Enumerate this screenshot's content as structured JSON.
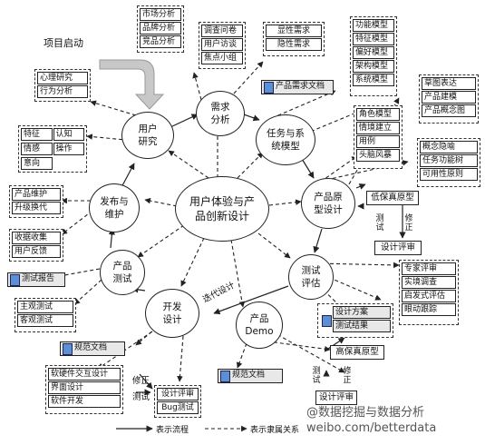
{
  "start_label": "项目启动",
  "iteration_label": "迭代设计",
  "nodes": {
    "user_research": "用户\n研究",
    "needs_analysis": "需求\n分析",
    "task_modeling": "任务与系\n统模型",
    "prototype_design": "产品原\n型设计",
    "test_evaluation": "测试\n评估",
    "product_demo": "产品\nDemo",
    "development_design": "开发\n设计",
    "product_testing": "产品\n测试",
    "release_maintenance": "发布与\n维护",
    "hub": "用户体验与产\n品创新设计"
  },
  "groups": {
    "market": [
      "市场分析",
      "品牌分析",
      "竞品分析"
    ],
    "survey": [
      "调查问卷",
      "用户访谈",
      "焦点小组"
    ],
    "needs": [
      "显性需求",
      "隐性需求"
    ],
    "models": [
      "功能模型",
      "特征模型",
      "偏好模型",
      "架构模型",
      "系统模型"
    ],
    "personas": [
      "角色模型",
      "情境建立",
      "用例",
      "头脑风暴"
    ],
    "sketch": [
      "草图表达",
      "产品建模",
      "产品概念图"
    ],
    "concept": [
      "概念隐喻",
      "任务功能树",
      "可用性原则"
    ],
    "evaluation": [
      "专家评审",
      "实境调查",
      "启发式评估",
      "眼动跟踪"
    ],
    "test_docs": [
      "设计方案",
      "测试结果"
    ],
    "dev": [
      "软硬件交互设计",
      "界面设计",
      "软件开发"
    ],
    "testing": [
      "主观测试",
      "客观测试"
    ],
    "maintenance": [
      "产品维护",
      "升级换代"
    ],
    "feedback": [
      "收据收集",
      "用户反馈"
    ],
    "psychology": [
      "心理研究",
      "行为分析"
    ],
    "traits": [
      "特征",
      "认知",
      "情感",
      "操作",
      "意向"
    ]
  },
  "docs": {
    "needs": "产品需求文档",
    "spec": "规范文档",
    "test_report": "测试报告"
  },
  "loops": {
    "low_fi": "低保真原型",
    "high_fi": "高保真原型",
    "test": "测试",
    "fix": "修正",
    "design_review": "设计评审",
    "bug_test": "Bug测试"
  },
  "legend": {
    "flow": "表示流程",
    "dependency": "表示隶属关系"
  },
  "watermark": {
    "name": "@数据挖掘与数据分析",
    "url": "weibo.com/betterdata"
  }
}
